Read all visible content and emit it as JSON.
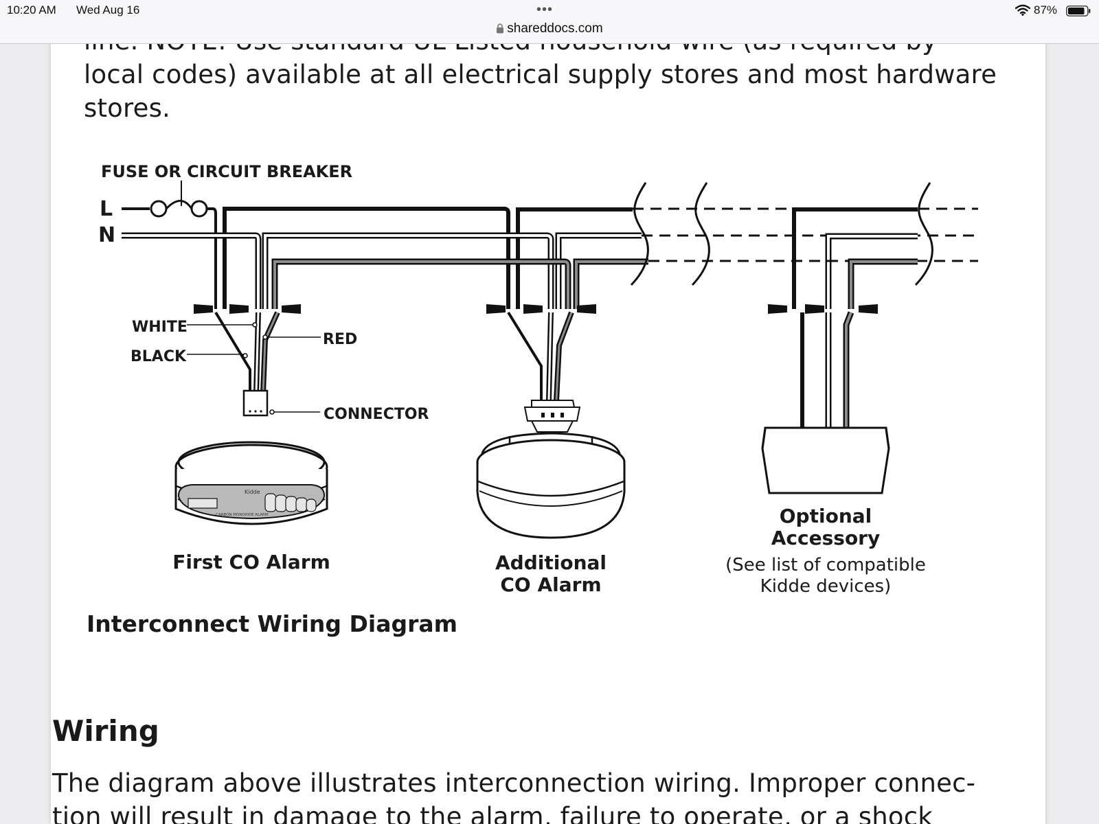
{
  "status_bar": {
    "time": "10:20 AM",
    "date": "Wed Aug 16",
    "battery": "87%",
    "battery_level": 0.87,
    "more_dots": "•••",
    "url": "shareddocs.com"
  },
  "document": {
    "intro_lines": [
      "line. NOTE: Use standard UL Listed household wire (as required by",
      "local codes) available at all electrical supply stores and most hardware",
      "stores."
    ],
    "diagram": {
      "labels": {
        "fuse": "FUSE OR CIRCUIT BREAKER",
        "line": "L",
        "neutral": "N",
        "white": "WHITE",
        "black": "BLACK",
        "red": "RED",
        "connector": "CONNECTOR"
      },
      "device_brand": "Kidde",
      "device_caption": "CARBON MONOXIDE ALARM",
      "captions": {
        "first_alarm": "First CO Alarm",
        "additional_alarm": [
          "Additional",
          "CO Alarm"
        ],
        "optional_accessory": [
          "Optional",
          "Accessory"
        ],
        "accessory_note": [
          "(See list of compatible",
          "Kidde devices)"
        ]
      },
      "title": "Interconnect Wiring Diagram"
    },
    "wiring_heading": "Wiring",
    "wiring_lines": [
      "The diagram above illustrates interconnection wiring. Improper connec-",
      "tion will result in damage to the alarm, failure to operate, or a shock"
    ]
  }
}
